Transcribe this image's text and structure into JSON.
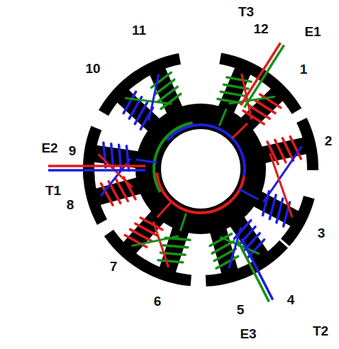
{
  "diagram": {
    "labels": [
      "T3",
      "E1",
      "12",
      "1",
      "11",
      "10",
      "2",
      "E2",
      "9",
      "T1",
      "8",
      "3",
      "7",
      "4",
      "6",
      "5",
      "T2",
      "E3"
    ]
  }
}
